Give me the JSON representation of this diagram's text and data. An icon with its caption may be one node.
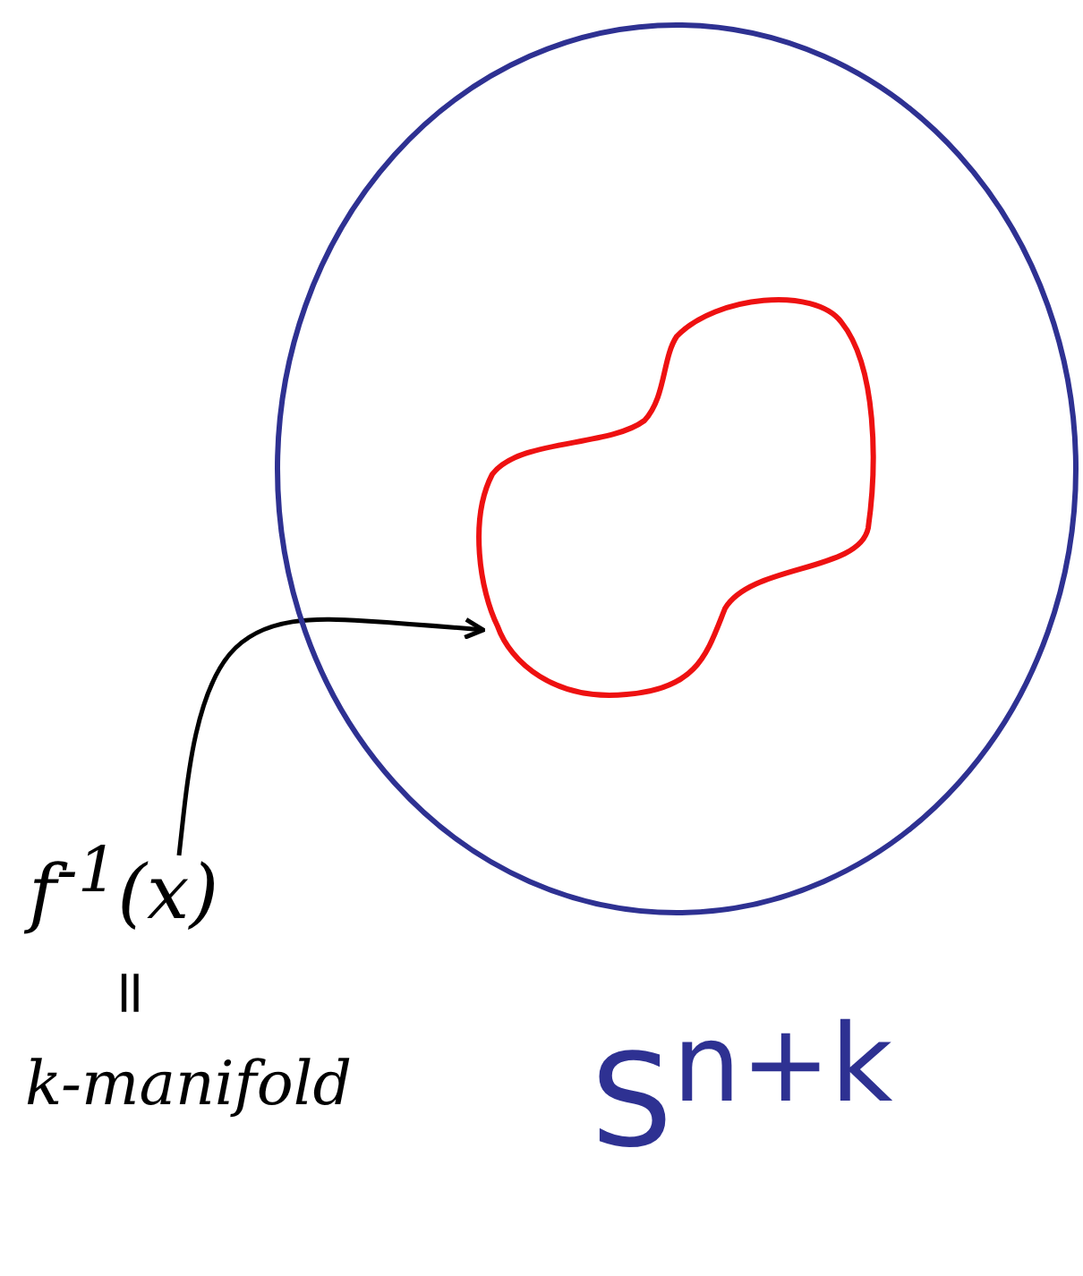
{
  "diagram": {
    "nodes": [
      {
        "text": [],
        "shape": "circle",
        "beside": [
          "S$^{n+k}$"
        ]
      },
      {
        "text": [],
        "shape": "loop",
        "in": 0
      },
      {
        "text": [
          "f$^{-1}$(x)",
          "=",
          "k-manifold"
        ]
      }
    ],
    "edges": [
      {
        "from": 2,
        "to": 1,
        "arrow": "to"
      }
    ]
  }
}
